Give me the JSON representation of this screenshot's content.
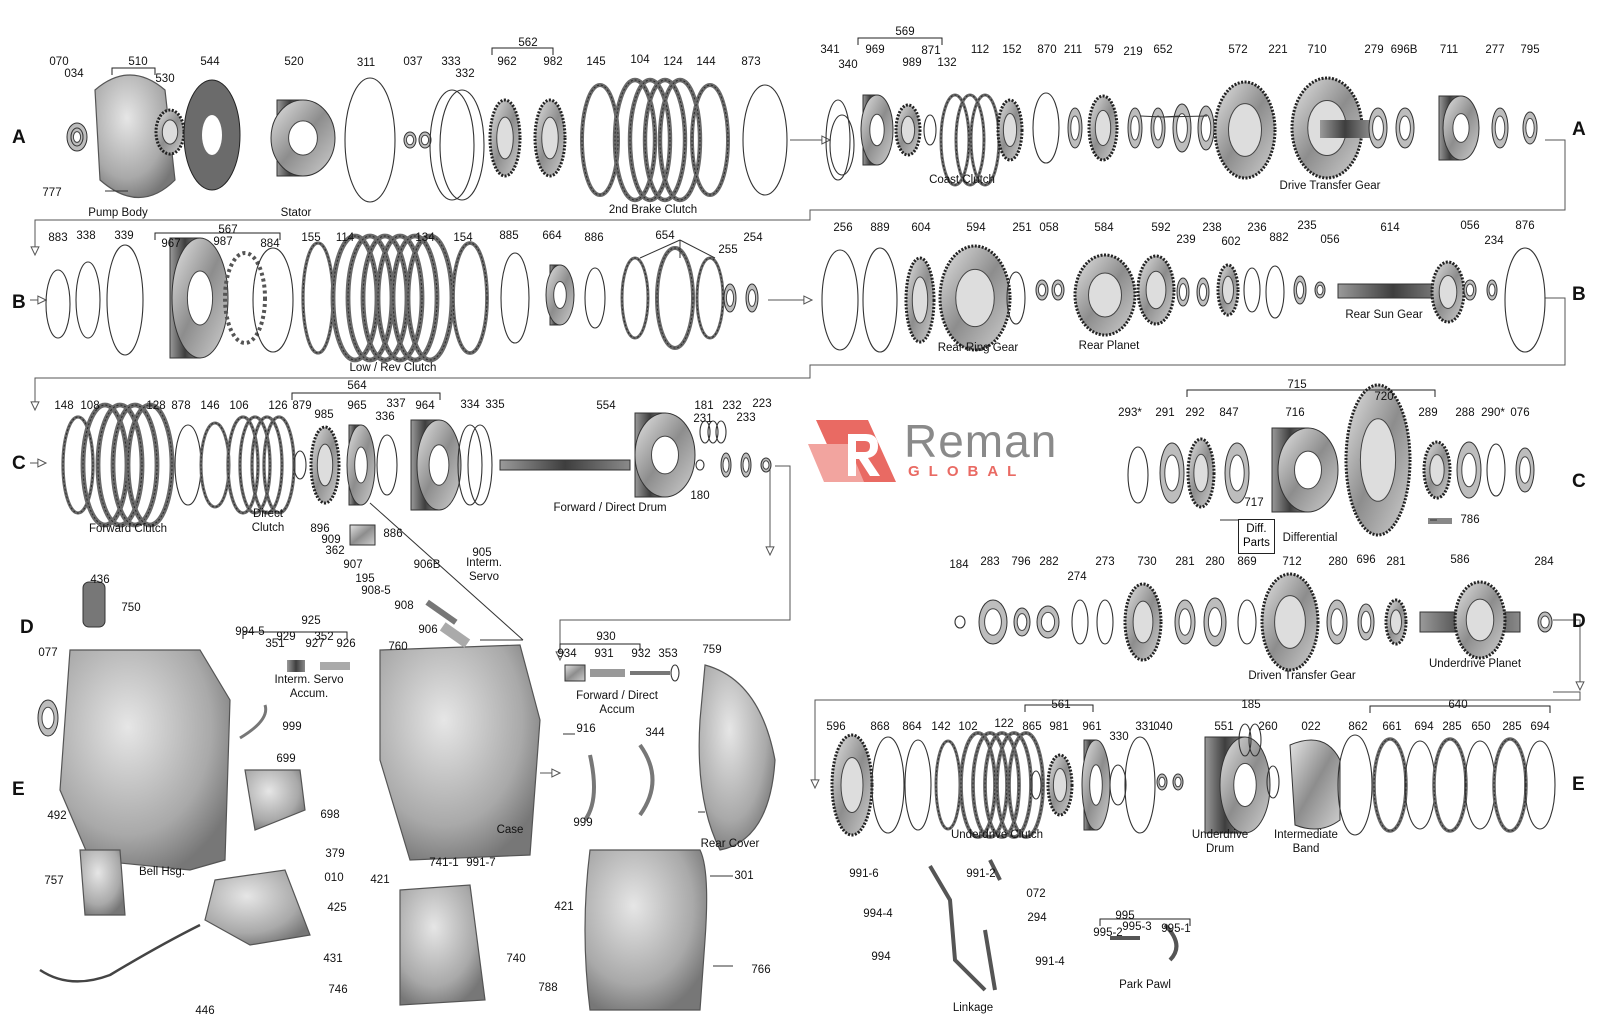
{
  "rows": [
    "A",
    "B",
    "C",
    "D",
    "E"
  ],
  "part_numbers": {
    "A": [
      "070",
      "034",
      "510",
      "530",
      "544",
      "520",
      "777",
      "311",
      "037",
      "333",
      "332",
      "562",
      "962",
      "982",
      "145",
      "104",
      "124",
      "144",
      "873",
      "341",
      "340",
      "569",
      "969",
      "989",
      "871",
      "132",
      "112",
      "152",
      "870",
      "211",
      "579",
      "219",
      "652",
      "572",
      "221",
      "710",
      "279",
      "696B",
      "711",
      "277",
      "795"
    ],
    "B": [
      "883",
      "338",
      "339",
      "567",
      "967",
      "987",
      "884",
      "155",
      "114",
      "134",
      "154",
      "885",
      "664",
      "886",
      "654",
      "255",
      "254",
      "256",
      "889",
      "604",
      "594",
      "251",
      "058",
      "584",
      "592",
      "239",
      "238",
      "602",
      "236",
      "882",
      "235",
      "056",
      "614",
      "056",
      "234",
      "876"
    ],
    "C": [
      "564",
      "148",
      "108",
      "128",
      "878",
      "146",
      "106",
      "126",
      "879",
      "985",
      "965",
      "337",
      "336",
      "964",
      "334",
      "335",
      "554",
      "181",
      "231",
      "232",
      "233",
      "223",
      "180",
      "715",
      "720",
      "293*",
      "291",
      "292",
      "847",
      "716",
      "289",
      "288",
      "290*",
      "076",
      "717",
      "786"
    ],
    "D": [
      "436",
      "750",
      "077",
      "994-5",
      "925",
      "929",
      "927",
      "352",
      "351",
      "926",
      "896",
      "886",
      "909",
      "362",
      "907",
      "906B",
      "195",
      "908-5",
      "908",
      "906",
      "905",
      "760",
      "930",
      "934",
      "931",
      "932",
      "353",
      "759",
      "184",
      "283",
      "796",
      "282",
      "274",
      "273",
      "730",
      "281",
      "280",
      "869",
      "712",
      "280",
      "696",
      "281",
      "586",
      "284"
    ],
    "E": [
      "999",
      "699",
      "698",
      "492",
      "379",
      "010",
      "757",
      "421",
      "741-1",
      "991-7",
      "421",
      "425",
      "431",
      "740",
      "746",
      "788",
      "301",
      "766",
      "916",
      "344",
      "999",
      "446",
      "596",
      "868",
      "864",
      "142",
      "102",
      "122",
      "561",
      "865",
      "981",
      "961",
      "331",
      "330",
      "040",
      "185",
      "551",
      "260",
      "022",
      "862",
      "640",
      "661",
      "694",
      "285",
      "650",
      "285",
      "694",
      "991-6",
      "991-2",
      "072",
      "294",
      "994-4",
      "994",
      "991-4",
      "995",
      "995-2",
      "995-3",
      "995-1"
    ]
  },
  "captions": {
    "pump_body": "Pump Body",
    "stator": "Stator",
    "second_brake_clutch": "2nd Brake Clutch",
    "coast_clutch": "Coast Clutch",
    "drive_transfer_gear": "Drive Transfer Gear",
    "low_rev_clutch": "Low / Rev Clutch",
    "rear_ring_gear": "Rear Ring Gear",
    "rear_planet": "Rear Planet",
    "rear_sun_gear": "Rear Sun Gear",
    "forward_clutch": "Forward Clutch",
    "direct_clutch": "Direct\nClutch",
    "forward_direct_drum": "Forward / Direct Drum",
    "interm_servo": "Interm.\nServo",
    "differential": "Differential",
    "diff_parts": "Diff.\nParts",
    "driven_transfer_gear": "Driven Transfer Gear",
    "underdrive_planet": "Underdrive Planet",
    "interm_servo_accum": "Interm. Servo\nAccum.",
    "forward_direct_accum": "Forward / Direct\nAccum",
    "case": "Case",
    "rear_cover": "Rear Cover",
    "bell_hsg": "Bell Hsg.",
    "underdrive_clutch": "Underdrive Clutch",
    "underdrive_drum": "Underdrive\nDrum",
    "intermediate_band": "Intermediate\nBand",
    "linkage": "Linkage",
    "park_pawl": "Park Pawl"
  },
  "logo": {
    "word": "Reman",
    "sub": "GLOBAL",
    "accent": "#e96a63",
    "grey": "#8a8a8a"
  }
}
